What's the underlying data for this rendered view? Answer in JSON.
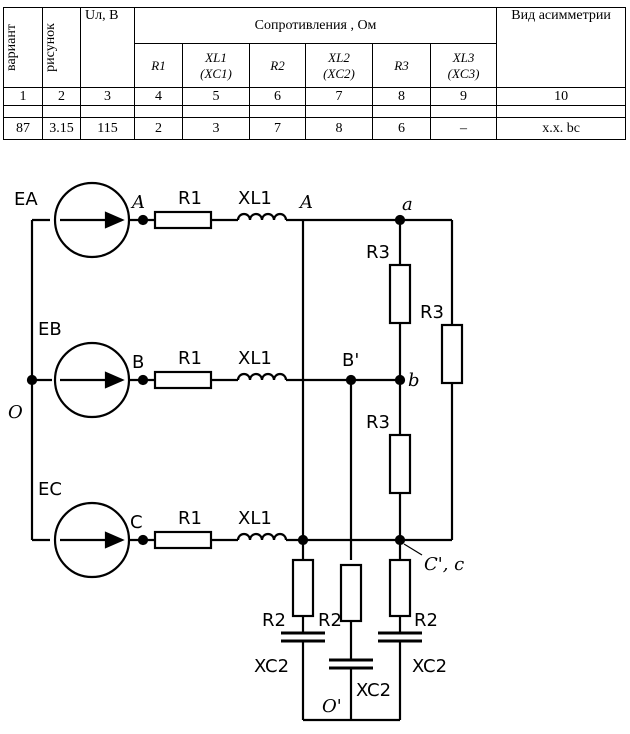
{
  "table": {
    "col_variant": "вариант",
    "col_figure": "рисунок",
    "col_voltage": "Uл, В",
    "group_resistances": "Сопротивления , Ом",
    "col_asym": "Вид асимметрии",
    "r1": "R1",
    "xl1": "XL1",
    "xc1": "(XC1)",
    "r2": "R2",
    "xl2": "XL2",
    "xc2": "(XC2)",
    "r3": "R3",
    "xl3": "XL3",
    "xc3": "(XC3)",
    "numbers": [
      "1",
      "2",
      "3",
      "4",
      "5",
      "6",
      "7",
      "8",
      "9",
      "10"
    ],
    "row": [
      "87",
      "3.15",
      "115",
      "2",
      "3",
      "7",
      "8",
      "6",
      "–",
      "х.х. bc"
    ]
  },
  "diagram": {
    "ea": "EA",
    "eb": "EB",
    "ec": "EC",
    "o": "O",
    "a_src": "A",
    "b_src": "B",
    "c_src": "C",
    "r1": "R1",
    "xl1": "XL1",
    "a_node": "A",
    "a_small": "a",
    "b_prime": "B'",
    "b_small": "b",
    "c_prime": "C', c",
    "r3": "R3",
    "r2": "R2",
    "xc2": "XC2",
    "o_prime": "O'"
  }
}
